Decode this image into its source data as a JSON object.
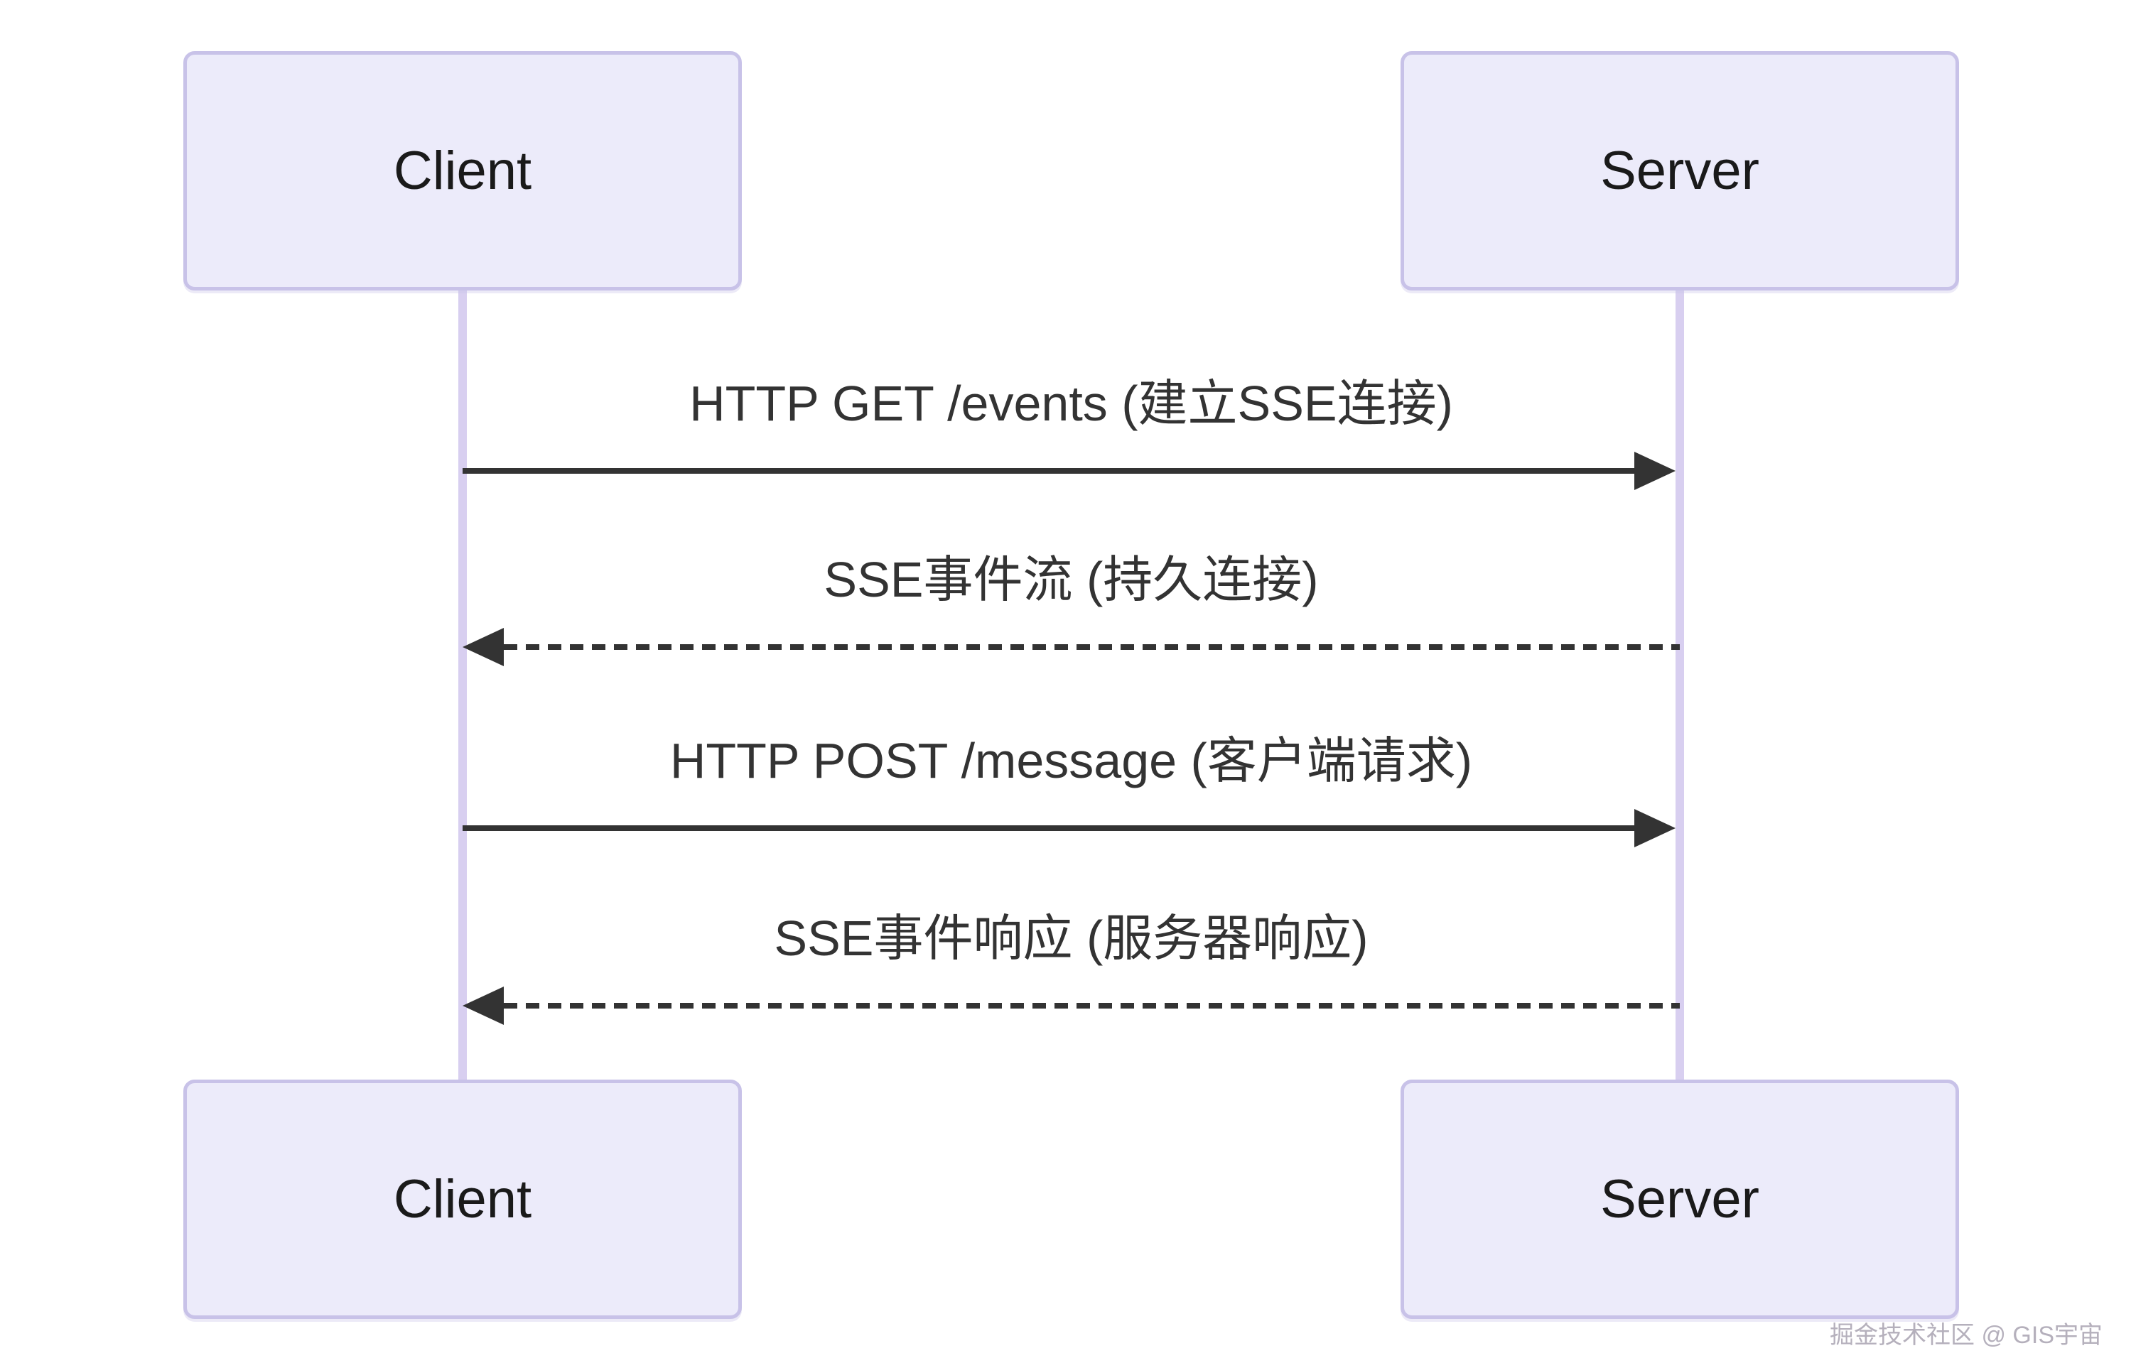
{
  "diagram": {
    "type": "sequence",
    "actors": [
      {
        "id": "client",
        "label": "Client"
      },
      {
        "id": "server",
        "label": "Server"
      }
    ],
    "messages": [
      {
        "from": "client",
        "to": "server",
        "style": "solid",
        "label": "HTTP GET /events (建立SSE连接)"
      },
      {
        "from": "server",
        "to": "client",
        "style": "dashed",
        "label": "SSE事件流 (持久连接)"
      },
      {
        "from": "client",
        "to": "server",
        "style": "solid",
        "label": "HTTP POST /message (客户端请求)"
      },
      {
        "from": "server",
        "to": "client",
        "style": "dashed",
        "label": "SSE事件响应 (服务器响应)"
      }
    ]
  },
  "watermark": {
    "text": "掘金技术社区 @ GIS宇宙"
  },
  "colors": {
    "background": "#ffffff",
    "actor_fill": "#ECEBFA",
    "actor_border": "#C8C2E8",
    "lifeline": "#D8CFF0",
    "message": "#333333",
    "watermark": "#b5b0bc"
  }
}
